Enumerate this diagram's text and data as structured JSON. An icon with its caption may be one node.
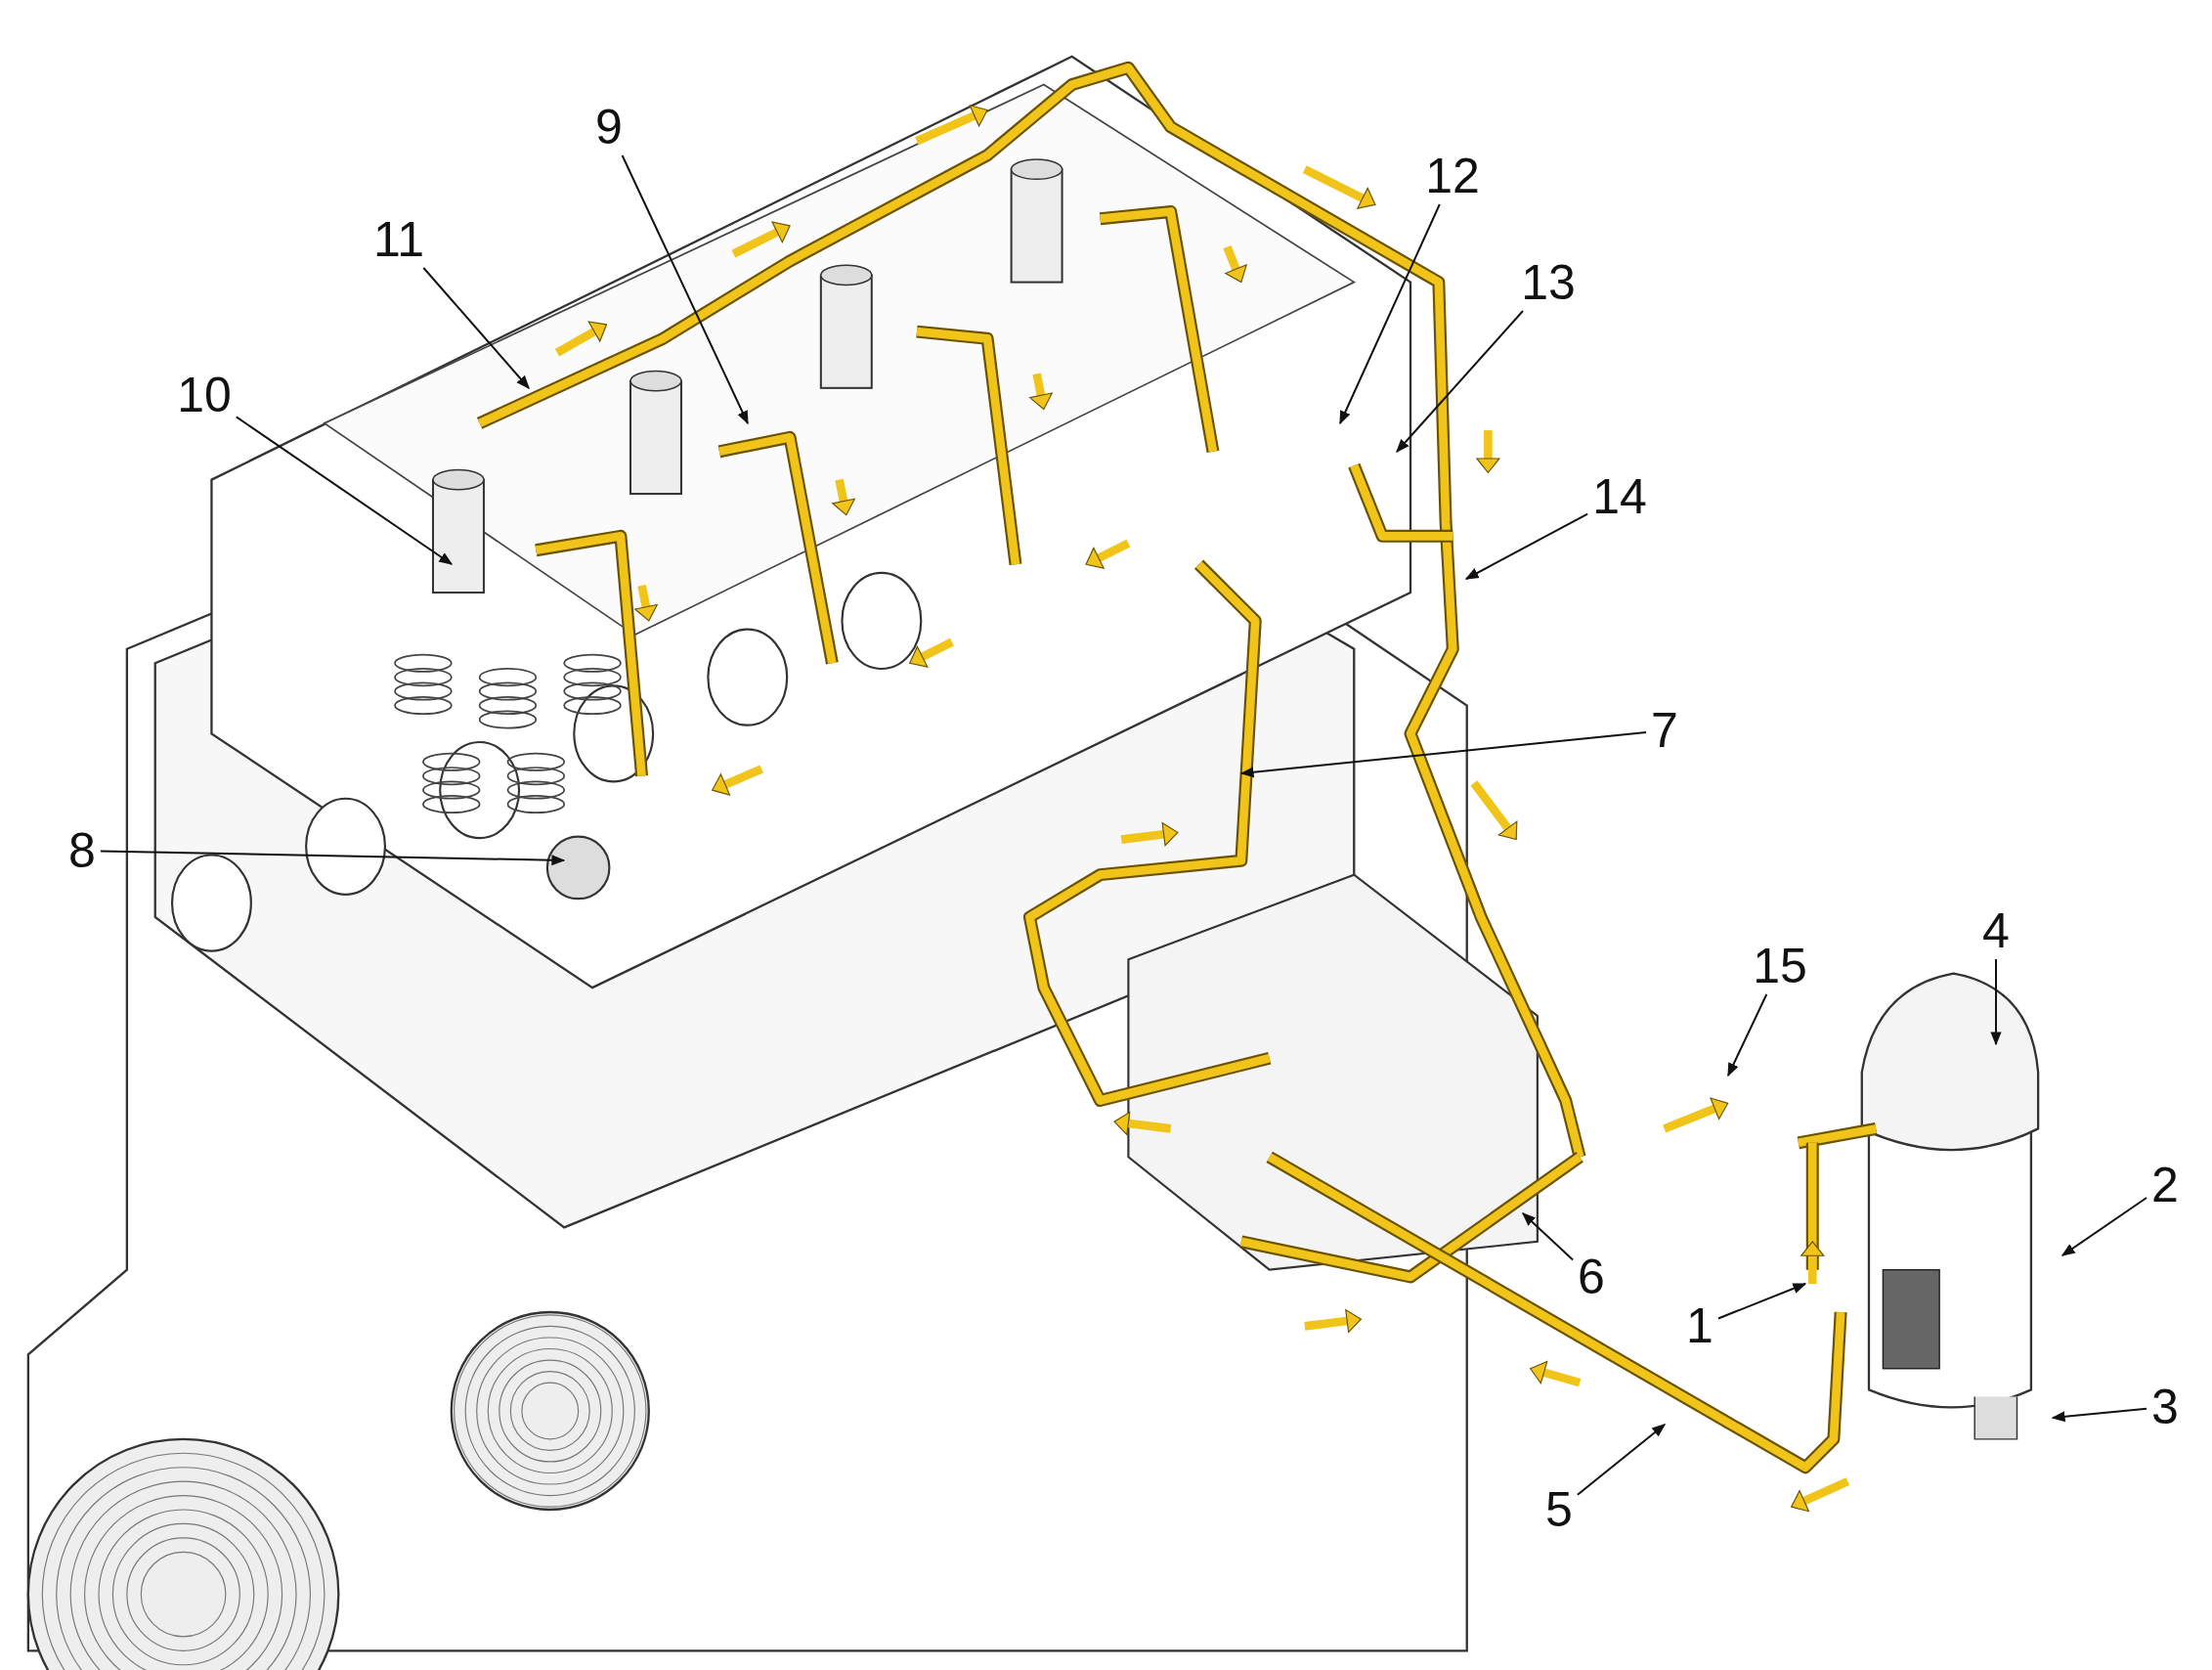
{
  "diagram": {
    "nodes": [
      {
        "text": [
          "1"
        ]
      },
      {
        "text": [
          "2"
        ]
      },
      {
        "text": [
          "3"
        ]
      },
      {
        "text": [
          "4"
        ]
      },
      {
        "text": [
          "5"
        ]
      },
      {
        "text": [
          "6"
        ]
      },
      {
        "text": [
          "7"
        ]
      },
      {
        "text": [
          "8"
        ]
      },
      {
        "text": [
          "9"
        ]
      },
      {
        "text": [
          "10"
        ]
      },
      {
        "text": [
          "11"
        ]
      },
      {
        "text": [
          "12"
        ]
      },
      {
        "text": [
          "13"
        ]
      },
      {
        "text": [
          "14"
        ]
      },
      {
        "text": [
          "15"
        ]
      }
    ],
    "edges": [
      {
        "from": 0,
        "to": null,
        "arrow": "to"
      },
      {
        "from": 1,
        "to": null,
        "arrow": "to"
      },
      {
        "from": 2,
        "to": null,
        "arrow": "to"
      },
      {
        "from": 3,
        "to": null,
        "arrow": "to"
      },
      {
        "from": 4,
        "to": null,
        "arrow": "to"
      },
      {
        "from": 5,
        "to": null,
        "arrow": "to"
      },
      {
        "from": 6,
        "to": null,
        "arrow": "to"
      },
      {
        "from": 7,
        "to": null,
        "arrow": "to"
      },
      {
        "from": 8,
        "to": null,
        "arrow": "to"
      },
      {
        "from": 9,
        "to": null,
        "arrow": "to"
      },
      {
        "from": 10,
        "to": null,
        "arrow": "to"
      },
      {
        "from": 11,
        "to": null,
        "arrow": "to"
      },
      {
        "from": 12,
        "to": null,
        "arrow": "to"
      },
      {
        "from": 13,
        "to": null,
        "arrow": "to"
      },
      {
        "from": 14,
        "to": null,
        "arrow": "to"
      }
    ]
  }
}
